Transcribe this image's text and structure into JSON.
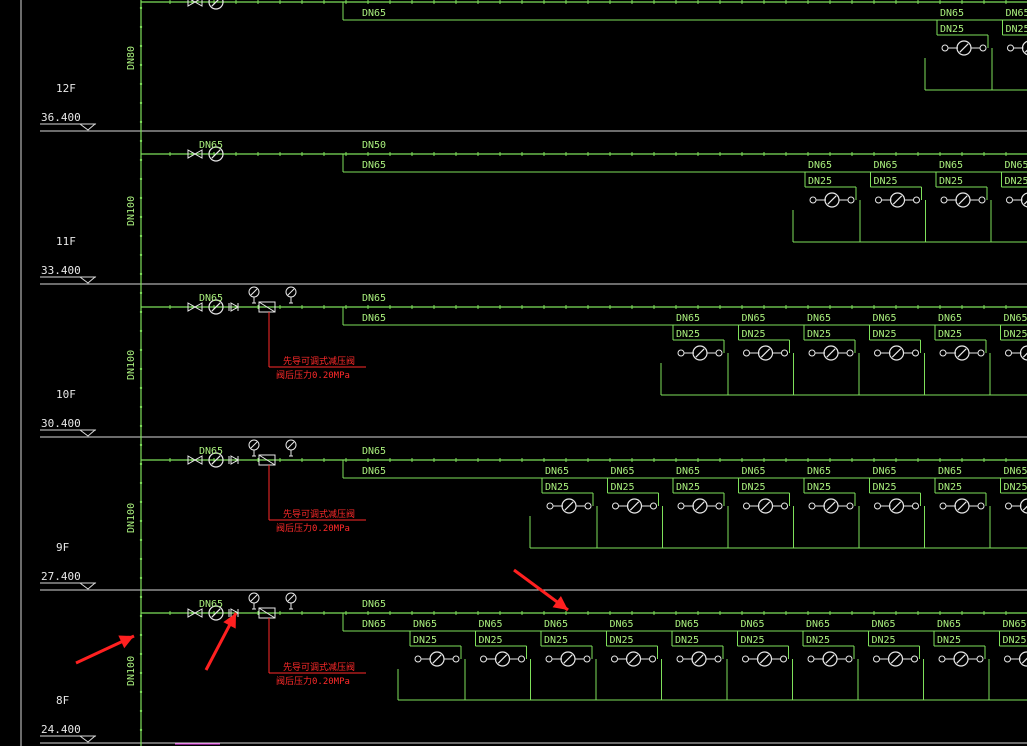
{
  "colors": {
    "background": "#000000",
    "pipe": "#7ee05a",
    "pipe_text": "#a8ee7c",
    "floor_line": "#d9d9d9",
    "valve": "#e8e8e8",
    "annotation": "#ff2a2a",
    "arrow": "#ff2020"
  },
  "floors": [
    {
      "name": "12F",
      "elevation": "36.400",
      "riser": "DN80",
      "main_text": "DN65",
      "main_label": "",
      "branch_label": "DN65",
      "pressure_valve": false,
      "note_line1": "",
      "note_line2": ""
    },
    {
      "name": "11F",
      "elevation": "33.400",
      "riser": "DN100",
      "main_text": "DN65",
      "main_label": "DN50",
      "branch_label": "DN65",
      "pressure_valve": false,
      "note_line1": "",
      "note_line2": ""
    },
    {
      "name": "10F",
      "elevation": "30.400",
      "riser": "DN100",
      "main_text": "DN65",
      "main_label": "DN65",
      "branch_label": "DN65",
      "pressure_valve": true,
      "note_line1": "先导可调式减压阀",
      "note_line2": "阀后压力0.20MPa"
    },
    {
      "name": "9F",
      "elevation": "27.400",
      "riser": "DN100",
      "main_text": "DN65",
      "main_label": "DN65",
      "branch_label": "DN65",
      "pressure_valve": true,
      "note_line1": "先导可调式减压阀",
      "note_line2": "阀后压力0.20MPa"
    },
    {
      "name": "8F",
      "elevation": "24.400",
      "riser": "DN100",
      "main_text": "DN65",
      "main_label": "DN65",
      "branch_label": "DN65",
      "pressure_valve": true,
      "note_line1": "先导可调式减压阀",
      "note_line2": "阀后压力0.20MPa"
    }
  ],
  "alarm_pipe_label": "DN65",
  "branch_pipe_label": "DN25",
  "icons": [
    "gate-valve-icon",
    "pressure-gauge-icon",
    "check-valve-icon",
    "pressure-reducing-valve-icon",
    "arrow-icon"
  ]
}
